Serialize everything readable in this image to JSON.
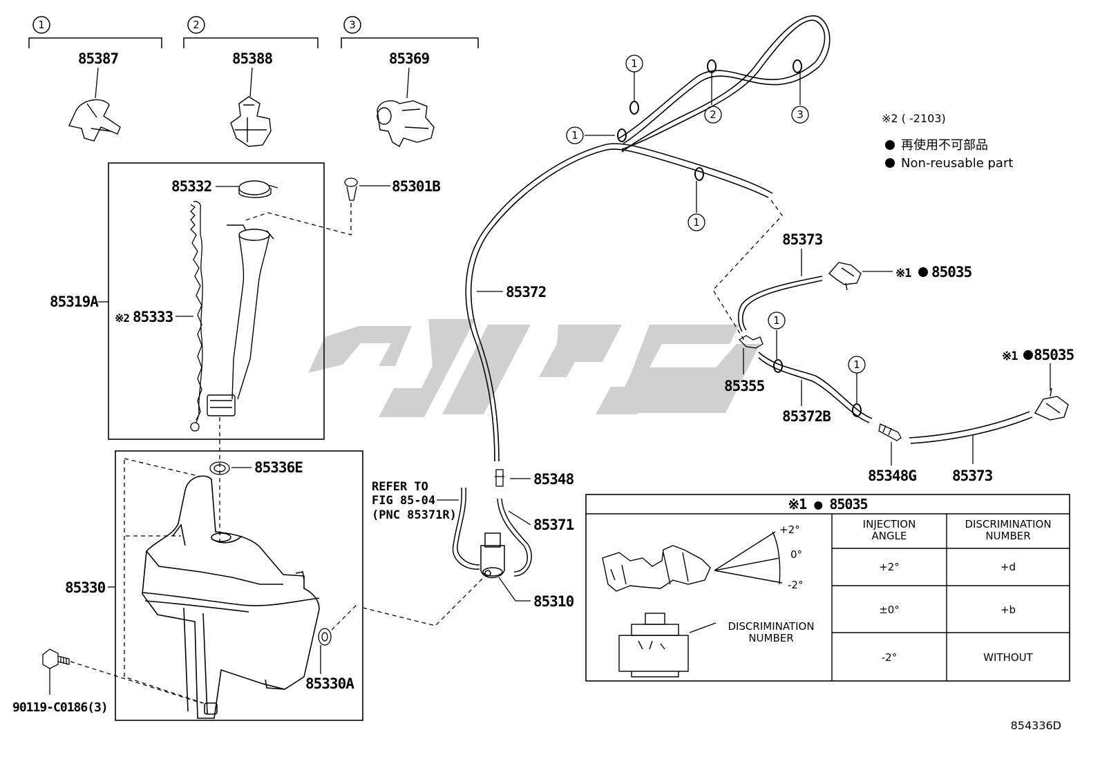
{
  "clips": [
    {
      "callout": "1",
      "part": "85387"
    },
    {
      "callout": "2",
      "part": "85388"
    },
    {
      "callout": "3",
      "part": "85369"
    }
  ],
  "parts": {
    "p85332": "85332",
    "p85301B": "85301B",
    "p85319A": "85319A",
    "p85333": "85333",
    "p85333_mark": "※2",
    "p85336E": "85336E",
    "p85330": "85330",
    "p85330A": "85330A",
    "p90119": "90119-C0186(3)",
    "p85372": "85372",
    "p85348": "85348",
    "p85371": "85371",
    "p85310": "85310",
    "p85373_top": "85373",
    "p85035_top": "85035",
    "p85035_top_mark": "※1",
    "p85355": "85355",
    "p85372B": "85372B",
    "p85348G": "85348G",
    "p85373_bottom": "85373",
    "p85035_right": "85035",
    "p85035_right_mark": "※1"
  },
  "refer": {
    "line1": "REFER TO",
    "line2": "FIG 85-04",
    "line3": "(PNC 85371R)"
  },
  "hose_callouts": [
    "1",
    "1",
    "2",
    "3",
    "1",
    "1",
    "1"
  ],
  "legend": {
    "note2": "※2 (      -2103)",
    "dot_jp": "再使用不可部品",
    "dot_en": "Non-reusable part"
  },
  "table": {
    "title": "※1 ● 85035",
    "col1": [
      "INJECTION",
      "ANGLE"
    ],
    "col2": [
      "DISCRIMINATION",
      "NUMBER"
    ],
    "rows": [
      {
        "angle": "+2°",
        "number": "+d"
      },
      {
        "angle": "±0°",
        "number": "+b"
      },
      {
        "angle": "-2°",
        "number": "WITHOUT"
      }
    ],
    "angle_marks": [
      "+2°",
      "0°",
      "-2°"
    ],
    "disc_label": [
      "DISCRIMINATION",
      "NUMBER"
    ]
  },
  "figure_code": "854336D"
}
